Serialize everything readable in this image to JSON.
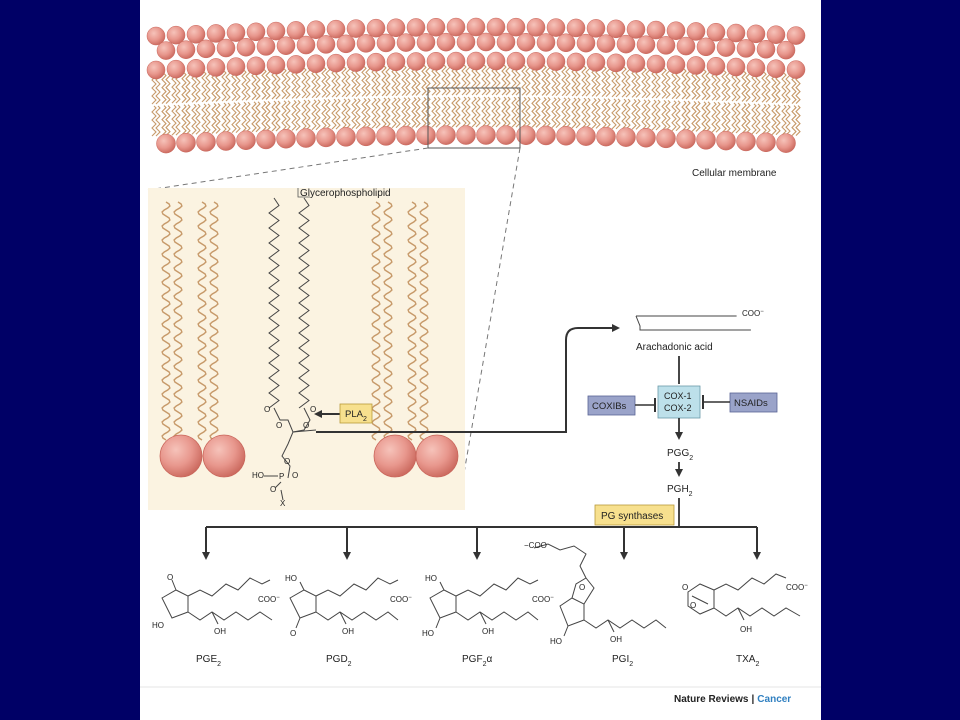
{
  "colors": {
    "background": "#000066",
    "slide": "#ffffff",
    "lipid_head": "#e8978d",
    "lipid_head_dark": "#c9665b",
    "lipid_tail": "#c79a6a",
    "zoom_panel": "#fbf3e1",
    "enzyme_box": "#bde0ea",
    "inhibitor_box": "#9aa3c9",
    "synthase_box": "#f7e08e",
    "arrow": "#333333"
  },
  "membrane": {
    "label": "Cellular membrane"
  },
  "zoom": {
    "glycerophospholipid_label": "Glycerophospholipid"
  },
  "phospholipid": {
    "atom_ho": "HO",
    "atom_p": "P",
    "atom_o": "O",
    "atom_x": "X"
  },
  "enzymes": {
    "pla2": {
      "base": "PLA",
      "sub": "2"
    },
    "cox1": "COX-1",
    "cox2": "COX-2",
    "coxibs": "COXIBs",
    "nsaids": "NSAIDs",
    "pg_synthases": "PG synthases"
  },
  "intermediates": {
    "arachidonic_acid": "Arachadonic acid",
    "coo_label": "COO",
    "coo_charge": "−",
    "pgg2": {
      "base": "PGG",
      "sub": "2"
    },
    "pgh2": {
      "base": "PGH",
      "sub": "2"
    }
  },
  "products": [
    {
      "base": "PGE",
      "sub": "2",
      "alpha": ""
    },
    {
      "base": "PGD",
      "sub": "2",
      "alpha": ""
    },
    {
      "base": "PGF",
      "sub": "2",
      "alpha": "α"
    },
    {
      "base": "PGI",
      "sub": "2",
      "alpha": ""
    },
    {
      "base": "TXA",
      "sub": "2",
      "alpha": ""
    }
  ],
  "structure_labels": {
    "oh": "OH",
    "ho": "HO",
    "o": "O",
    "coo": "COO",
    "charge": "−"
  },
  "credit": {
    "journal": "Nature Reviews",
    "separator": "|",
    "section": "Cancer"
  }
}
